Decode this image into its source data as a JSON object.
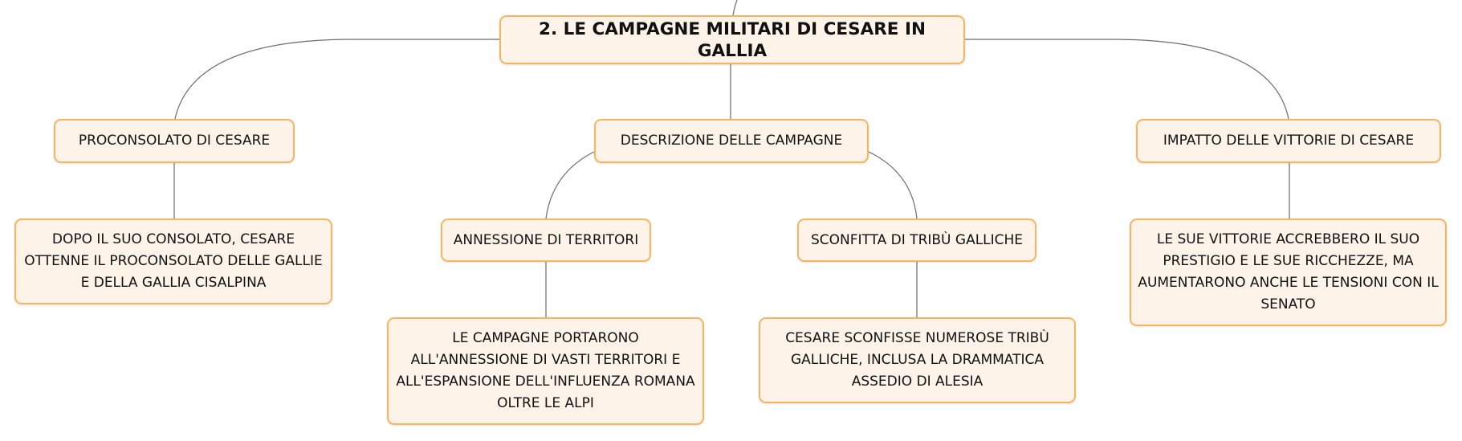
{
  "root": {
    "label": "2. LE CAMPAGNE MILITARI DI CESARE IN GALLIA"
  },
  "topics": {
    "proconsolato": {
      "label": "PROCONSOLATO DI CESARE",
      "detail": "DOPO IL SUO CONSOLATO, CESARE OTTENNE IL PROCONSOLATO DELLE GALLIE E DELLA GALLIA CISALPINA"
    },
    "descrizione": {
      "label": "DESCRIZIONE DELLE CAMPAGNE",
      "annessione": {
        "label": "ANNESSIONE DI TERRITORI",
        "detail": "LE CAMPAGNE PORTARONO ALL'ANNESSIONE DI VASTI TERRITORI E ALL'ESPANSIONE DELL'INFLUENZA ROMANA OLTRE LE ALPI"
      },
      "sconfitta": {
        "label": "SCONFITTA DI TRIBÙ GALLICHE",
        "detail": "CESARE SCONFISSE NUMEROSE TRIBÙ GALLICHE, INCLUSA LA DRAMMATICA ASSEDIO DI ALESIA"
      }
    },
    "impatto": {
      "label": "IMPATTO DELLE VITTORIE DI CESARE",
      "detail": "LE SUE VITTORIE ACCREBBERO IL SUO PRESTIGIO E LE SUE RICCHEZZE, MA AUMENTARONO ANCHE LE TENSIONI CON IL SENATO"
    }
  }
}
